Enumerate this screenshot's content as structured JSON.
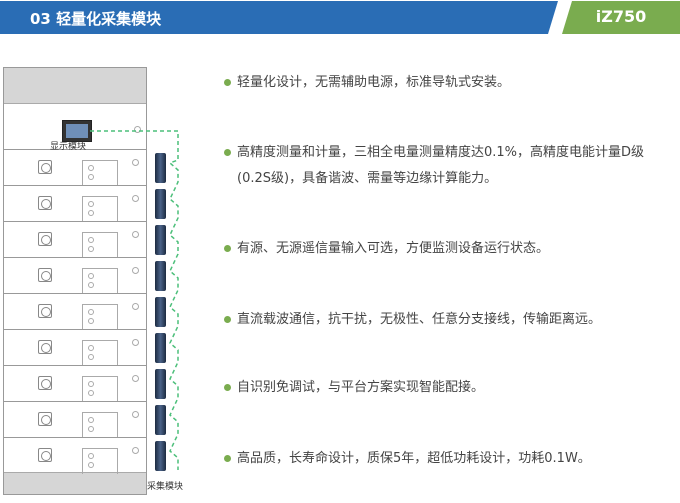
{
  "header": {
    "title": "03 轻量化采集模块",
    "model": "iZ750",
    "blue": "#2a6db5",
    "green": "#7aac4f"
  },
  "diagram": {
    "display_label": "显示模块",
    "collector_label": "采集模块"
  },
  "features": [
    "轻量化设计，无需辅助电源，标准导轨式安装。",
    "高精度测量和计量，三相全电量测量精度达0.1%，高精度电能计量D级(0.2S级)，具备谐波、需量等边缘计算能力。",
    "有源、无源遥信量输入可选，方便监测设备运行状态。",
    "直流载波通信，抗干扰，无极性、任意分支接线，传输距离远。",
    "自识别免调试，与平台方案实现智能配接。",
    "高品质，长寿命设计，质保5年，超低功耗设计，功耗0.1W。"
  ]
}
